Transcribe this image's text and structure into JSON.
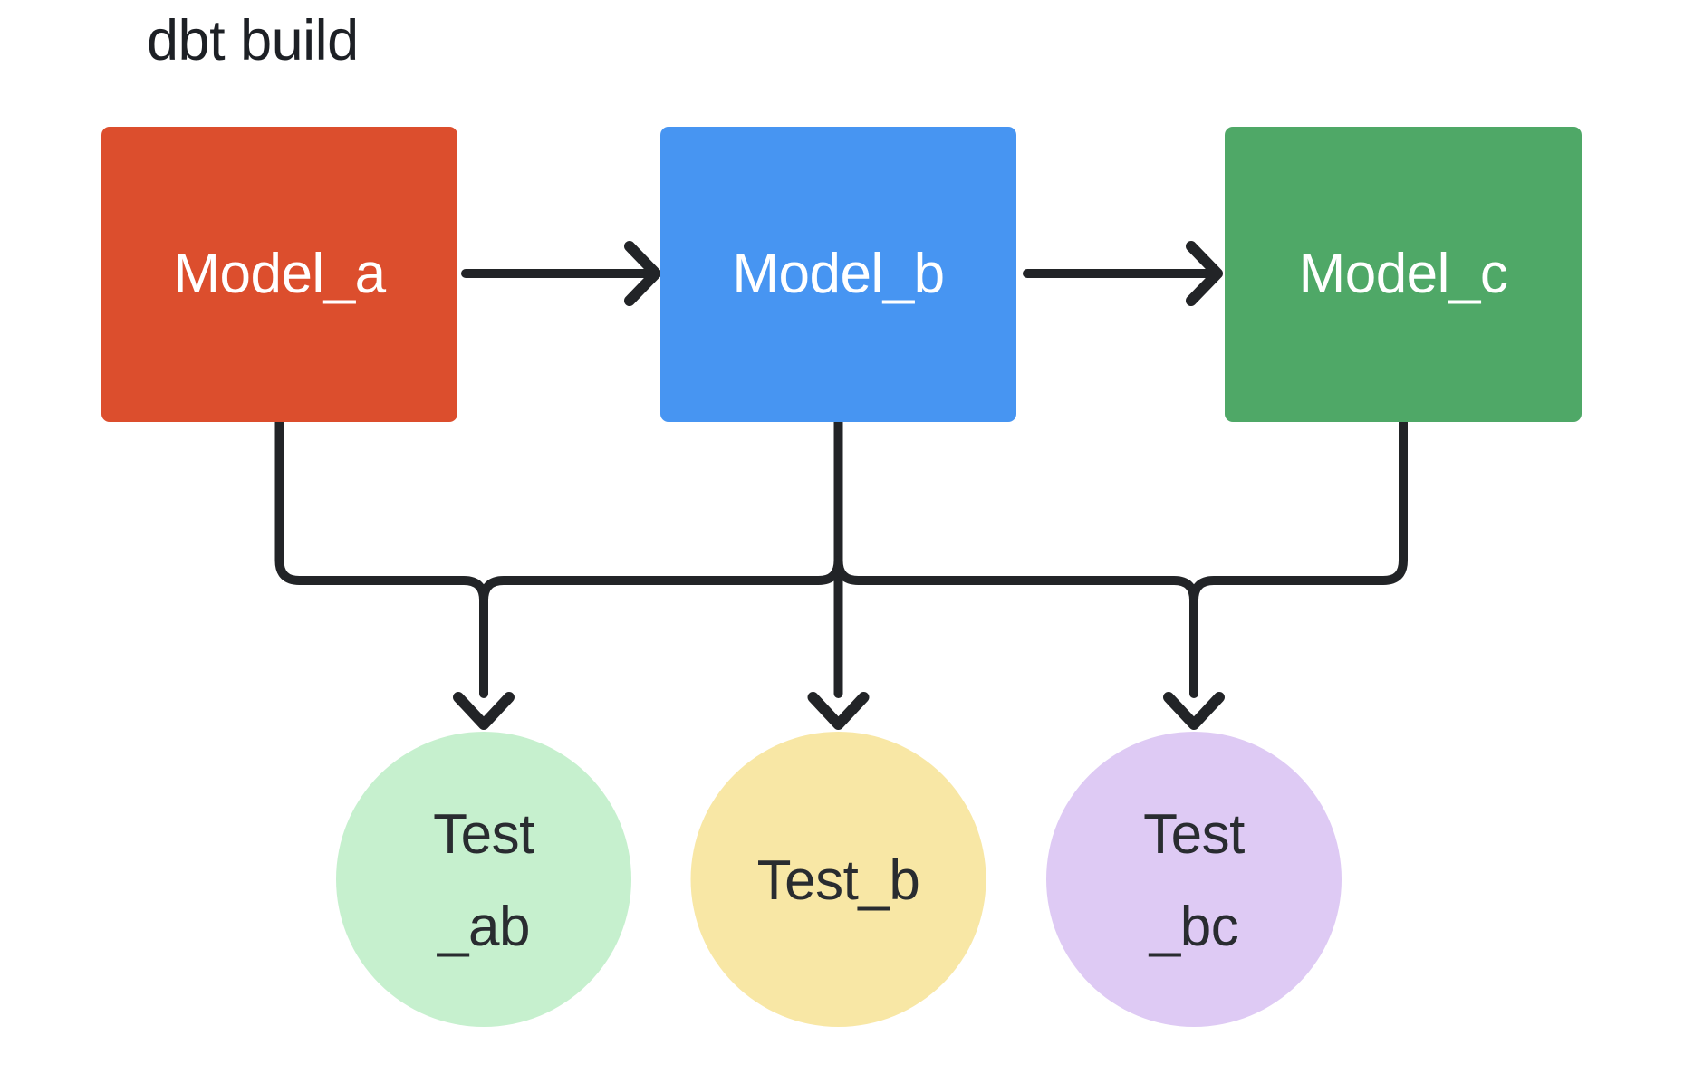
{
  "title": "dbt build",
  "diagram": {
    "background": "#FFFFFF",
    "title_color": "#1D2025",
    "line_color": "#222427",
    "model_label_color": "#FFFFFF",
    "test_label_color": "#292C30",
    "models": [
      {
        "id": "model_a",
        "label": "Model_a",
        "fill": "#DC4E2D"
      },
      {
        "id": "model_b",
        "label": "Model_b",
        "fill": "#4795F2"
      },
      {
        "id": "model_c",
        "label": "Model_c",
        "fill": "#4FA867"
      }
    ],
    "tests": [
      {
        "id": "test_ab",
        "label_line1": "Test",
        "label_line2": "_ab",
        "fill": "#C6F0CE"
      },
      {
        "id": "test_b",
        "label_line1": "Test_b",
        "label_line2": "",
        "fill": "#F8E7A5"
      },
      {
        "id": "test_bc",
        "label_line1": "Test",
        "label_line2": "_bc",
        "fill": "#DECAF4"
      }
    ],
    "edges": [
      {
        "from": "model_a",
        "to": "model_b"
      },
      {
        "from": "model_b",
        "to": "model_c"
      },
      {
        "from": "model_a",
        "to": "test_ab"
      },
      {
        "from": "model_b",
        "to": "test_ab"
      },
      {
        "from": "model_b",
        "to": "test_b"
      },
      {
        "from": "model_b",
        "to": "test_bc"
      },
      {
        "from": "model_c",
        "to": "test_bc"
      }
    ]
  }
}
